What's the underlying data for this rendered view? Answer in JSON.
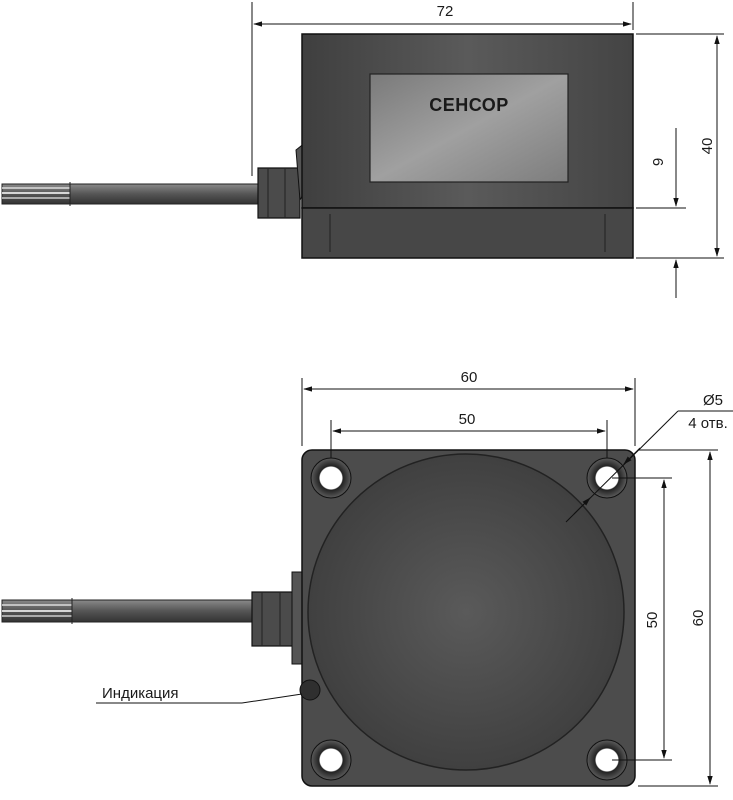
{
  "side_view": {
    "brand_label": "СЕНСОР",
    "dim_width": "72",
    "dim_height": "40",
    "dim_base": "9"
  },
  "top_view": {
    "dim_outer_width": "60",
    "dim_hole_spacing_x": "50",
    "dim_hole_spacing_y": "50",
    "dim_outer_height": "60",
    "hole_diameter": "Ø5",
    "hole_count": "4 отв.",
    "indicator_label": "Индикация"
  },
  "colors": {
    "body_dark": "#4a4a4a",
    "body_mid": "#595959",
    "label_plate": "#8c8c8c",
    "cable": "#6b6b6b",
    "line": "#111111"
  }
}
